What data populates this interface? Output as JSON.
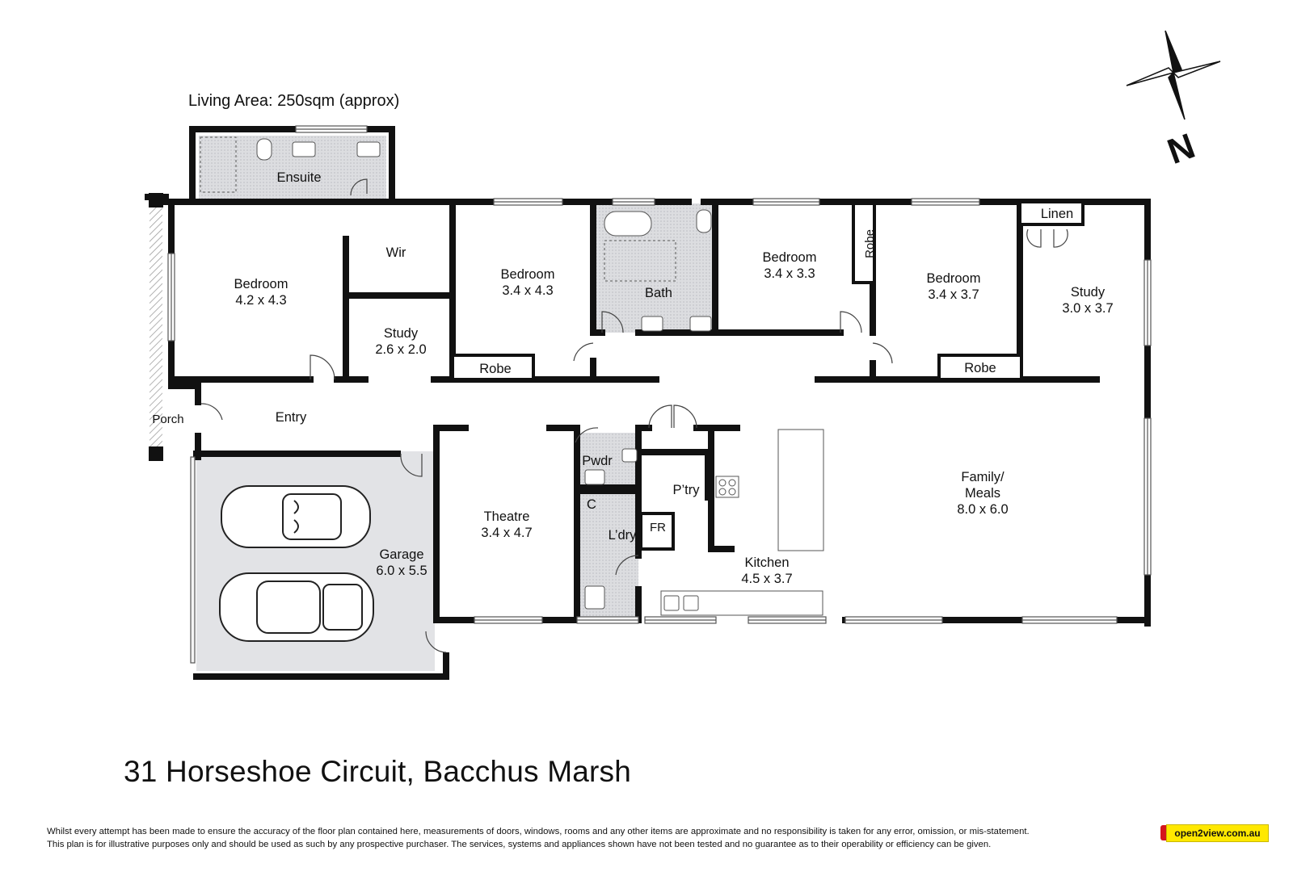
{
  "living_area": "Living Area: 250sqm (approx)",
  "address": "31 Horseshoe Circuit, Bacchus Marsh",
  "disclaimer": {
    "line1": "Whilst every attempt has been made to ensure the accuracy of the floor plan contained here, measurements of doors, windows, rooms and any other items are approximate and no responsibility is taken for any error, omission, or mis-statement.",
    "line2": "This plan is for illustrative purposes only and should be used as such by any prospective purchaser. The services, systems and appliances shown have not been tested and no guarantee as to their operability or efficiency can be given."
  },
  "brand": "open2view.com.au",
  "compass": "N",
  "rooms": {
    "ensuite": "Ensuite",
    "wir": "Wir",
    "bed1": {
      "name": "Bedroom",
      "size": "4.2 x 4.3"
    },
    "bed2": {
      "name": "Bedroom",
      "size": "3.4 x 4.3"
    },
    "bath": "Bath",
    "bed3": {
      "name": "Bedroom",
      "size": "3.4 x 3.3"
    },
    "robe_vertical": "Robe",
    "bed4": {
      "name": "Bedroom",
      "size": "3.4 x 3.7"
    },
    "linen": "Linen",
    "study_right": {
      "name": "Study",
      "size": "3.0 x 3.7"
    },
    "study_left": {
      "name": "Study",
      "size": "2.6 x 2.0"
    },
    "robe_left": "Robe",
    "robe_right": "Robe",
    "porch": "Porch",
    "entry": "Entry",
    "garage": {
      "name": "Garage",
      "size": "6.0 x 5.5"
    },
    "theatre": {
      "name": "Theatre",
      "size": "3.4 x 4.7"
    },
    "pwdr": "Pwdr",
    "c": "C",
    "laundry": "L’dry",
    "pantry": "P’try",
    "fr": "FR",
    "kitchen": {
      "name": "Kitchen",
      "size": "4.5 x 3.7"
    },
    "family": {
      "name": "Family/",
      "name2": "Meals",
      "size": "8.0 x 6.0"
    }
  },
  "colors": {
    "wall": "#111111",
    "garage_floor": "#e2e3e6",
    "wet_floor": "#d9dadd",
    "window": "#888888",
    "brand_yellow": "#ffe800"
  }
}
